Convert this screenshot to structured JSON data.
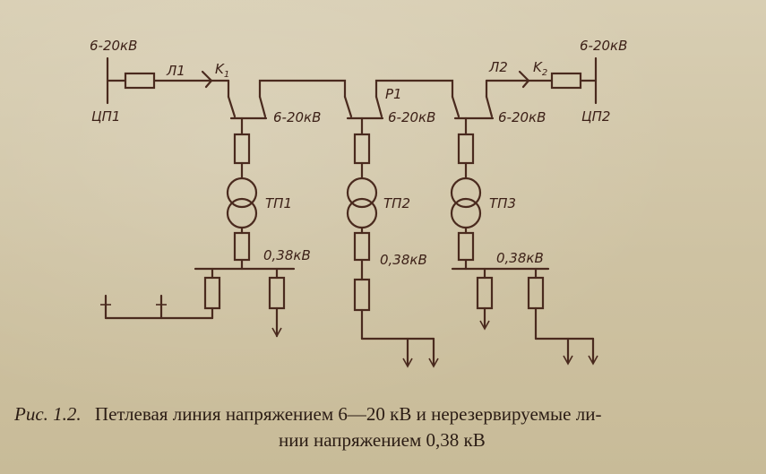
{
  "labels": {
    "cp1_voltage": "6-20кВ",
    "cp2_voltage": "6-20кВ",
    "cp1": "ЦП1",
    "cp2": "ЦП2",
    "l1": "Л1",
    "l2": "Л2",
    "k1": "K",
    "k1_sub": "1",
    "k2": "K",
    "k2_sub": "2",
    "p1": "Р1",
    "tp1_hv": "6-20кВ",
    "tp2_hv": "6-20кВ",
    "tp3_hv": "6-20кВ",
    "tp1": "ТП1",
    "tp2": "ТП2",
    "tp3": "ТП3",
    "tp1_lv": "0,38кВ",
    "tp2_lv": "0,38кВ",
    "tp3_lv": "0,38кВ"
  },
  "caption": {
    "figure": "Рис. 1.2.",
    "text_line1": "Петлевая линия напряжением  6—20 кВ и нерезервируемые ли-",
    "text_line2": "нии напряжением 0,38 кВ"
  }
}
